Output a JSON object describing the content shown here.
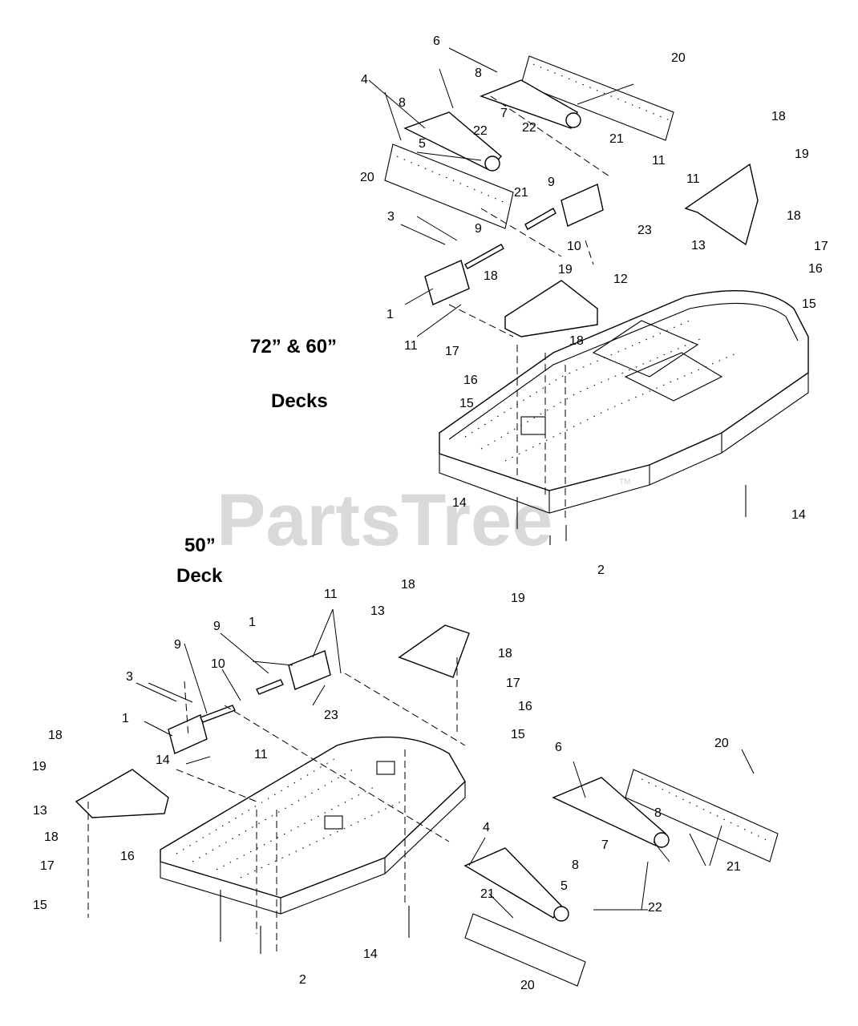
{
  "watermark": {
    "text": "PartsTree",
    "trademark": "TM"
  },
  "sections": [
    {
      "line1": "72” & 60”",
      "line2": "Decks"
    },
    {
      "line1": "50”",
      "line2": "Deck"
    }
  ],
  "callouts": {
    "upper": [
      "1",
      "2",
      "3",
      "4",
      "5",
      "6",
      "7",
      "8",
      "8",
      "9",
      "9",
      "10",
      "11",
      "11",
      "11",
      "12",
      "13",
      "14",
      "14",
      "15",
      "15",
      "16",
      "16",
      "17",
      "17",
      "18",
      "18",
      "18",
      "18",
      "19",
      "19",
      "20",
      "20",
      "21",
      "21",
      "22",
      "22",
      "23"
    ],
    "lower": [
      "1",
      "1",
      "2",
      "3",
      "4",
      "5",
      "6",
      "7",
      "8",
      "8",
      "9",
      "9",
      "10",
      "11",
      "11",
      "13",
      "13",
      "14",
      "14",
      "15",
      "15",
      "16",
      "16",
      "17",
      "17",
      "18",
      "18",
      "18",
      "18",
      "19",
      "19",
      "20",
      "20",
      "21",
      "21",
      "22",
      "23"
    ]
  }
}
